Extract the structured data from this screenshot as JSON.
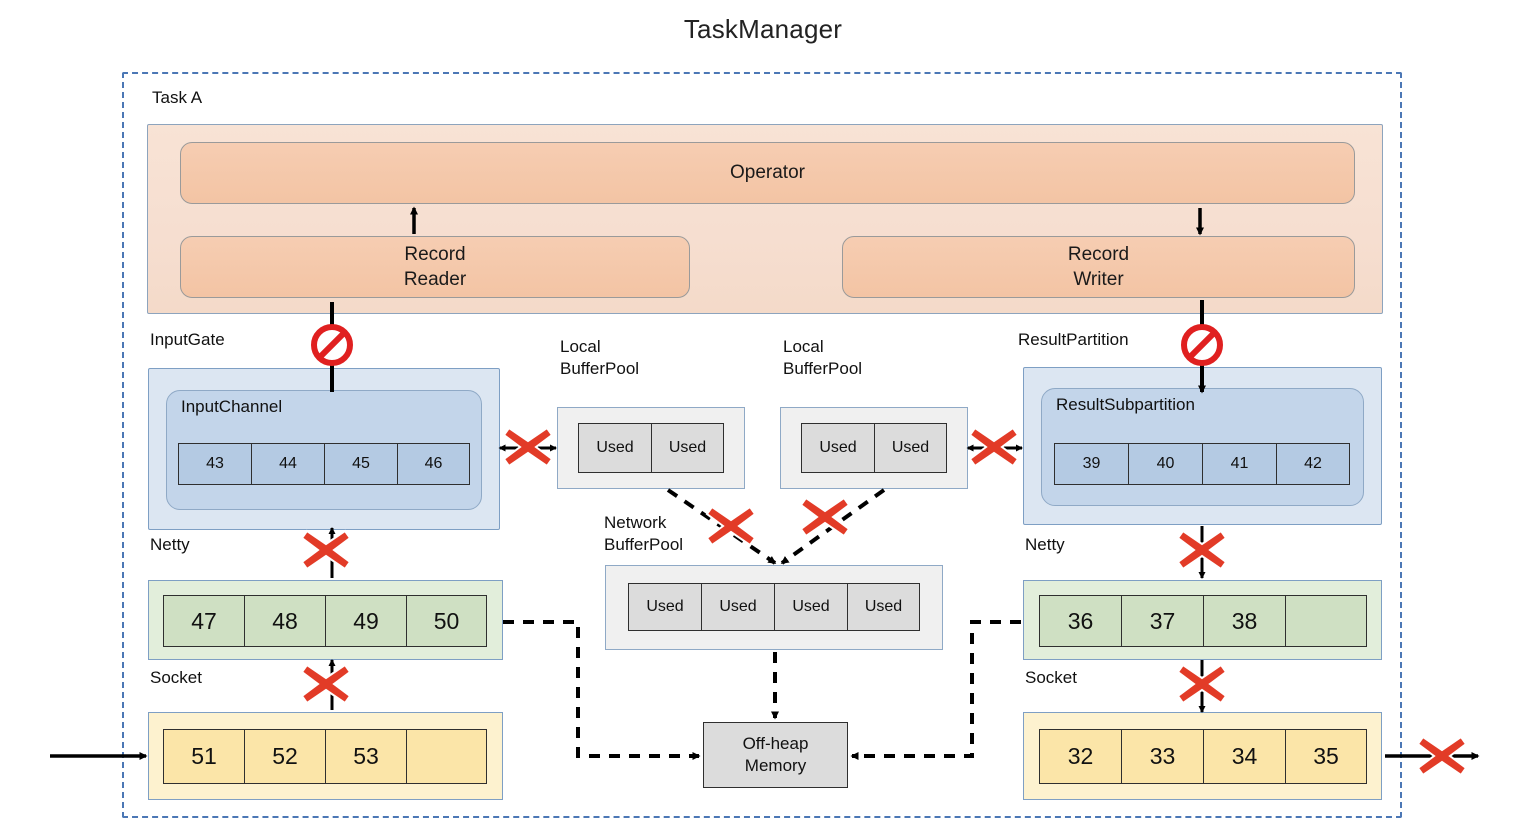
{
  "title": "TaskManager",
  "container": {
    "label": "Task A"
  },
  "task": {
    "operator_label": "Operator",
    "record_reader_label": "Record\nReader",
    "record_reader_line1": "Record",
    "record_reader_line2": "Reader",
    "record_writer_line1": "Record",
    "record_writer_line2": "Writer"
  },
  "input_side": {
    "gate_label": "InputGate",
    "channel_label": "InputChannel",
    "channel_buffers": [
      "43",
      "44",
      "45",
      "46"
    ],
    "netty_label": "Netty",
    "netty_buffers": [
      "47",
      "48",
      "49",
      "50"
    ],
    "socket_label": "Socket",
    "socket_buffers": [
      "51",
      "52",
      "53",
      ""
    ]
  },
  "output_side": {
    "partition_label": "ResultPartition",
    "subpartition_label": "ResultSubpartition",
    "subpartition_buffers": [
      "39",
      "40",
      "41",
      "42"
    ],
    "netty_label": "Netty",
    "netty_buffers": [
      "36",
      "37",
      "38",
      ""
    ],
    "socket_label": "Socket",
    "socket_buffers": [
      "32",
      "33",
      "34",
      "35"
    ]
  },
  "pools": {
    "local_left": {
      "label_line1": "Local",
      "label_line2": "BufferPool",
      "cells": [
        "Used",
        "Used"
      ]
    },
    "local_right": {
      "label_line1": "Local",
      "label_line2": "BufferPool",
      "cells": [
        "Used",
        "Used"
      ]
    },
    "network": {
      "label_line1": "Network",
      "label_line2": "BufferPool",
      "cells": [
        "Used",
        "Used",
        "Used",
        "Used"
      ]
    }
  },
  "memory": {
    "line1": "Off-heap",
    "line2": "Memory"
  },
  "markers": {
    "blocked_x_icon": "red-x-icon",
    "no_entry_icon": "no-entry-icon",
    "blocked_x_count": 9,
    "no_entry_count": 2
  },
  "colors": {
    "container_border": "#4b77b5",
    "task_fill": "#f6ded0",
    "operator_fill": "#f3c4a4",
    "gate_fill": "#dce6f2",
    "channel_fill": "#c3d5ea",
    "buffer_blue": "#b4cae3",
    "netty_fill": "#e2eedb",
    "netty_cell": "#cfe0c3",
    "socket_fill": "#fdf2cf",
    "socket_cell": "#fbe5a8",
    "pool_fill": "#f0f0f0",
    "pool_cell": "#dcdcdc",
    "blocked_red": "#e23b27",
    "arrow_black": "#000000"
  }
}
